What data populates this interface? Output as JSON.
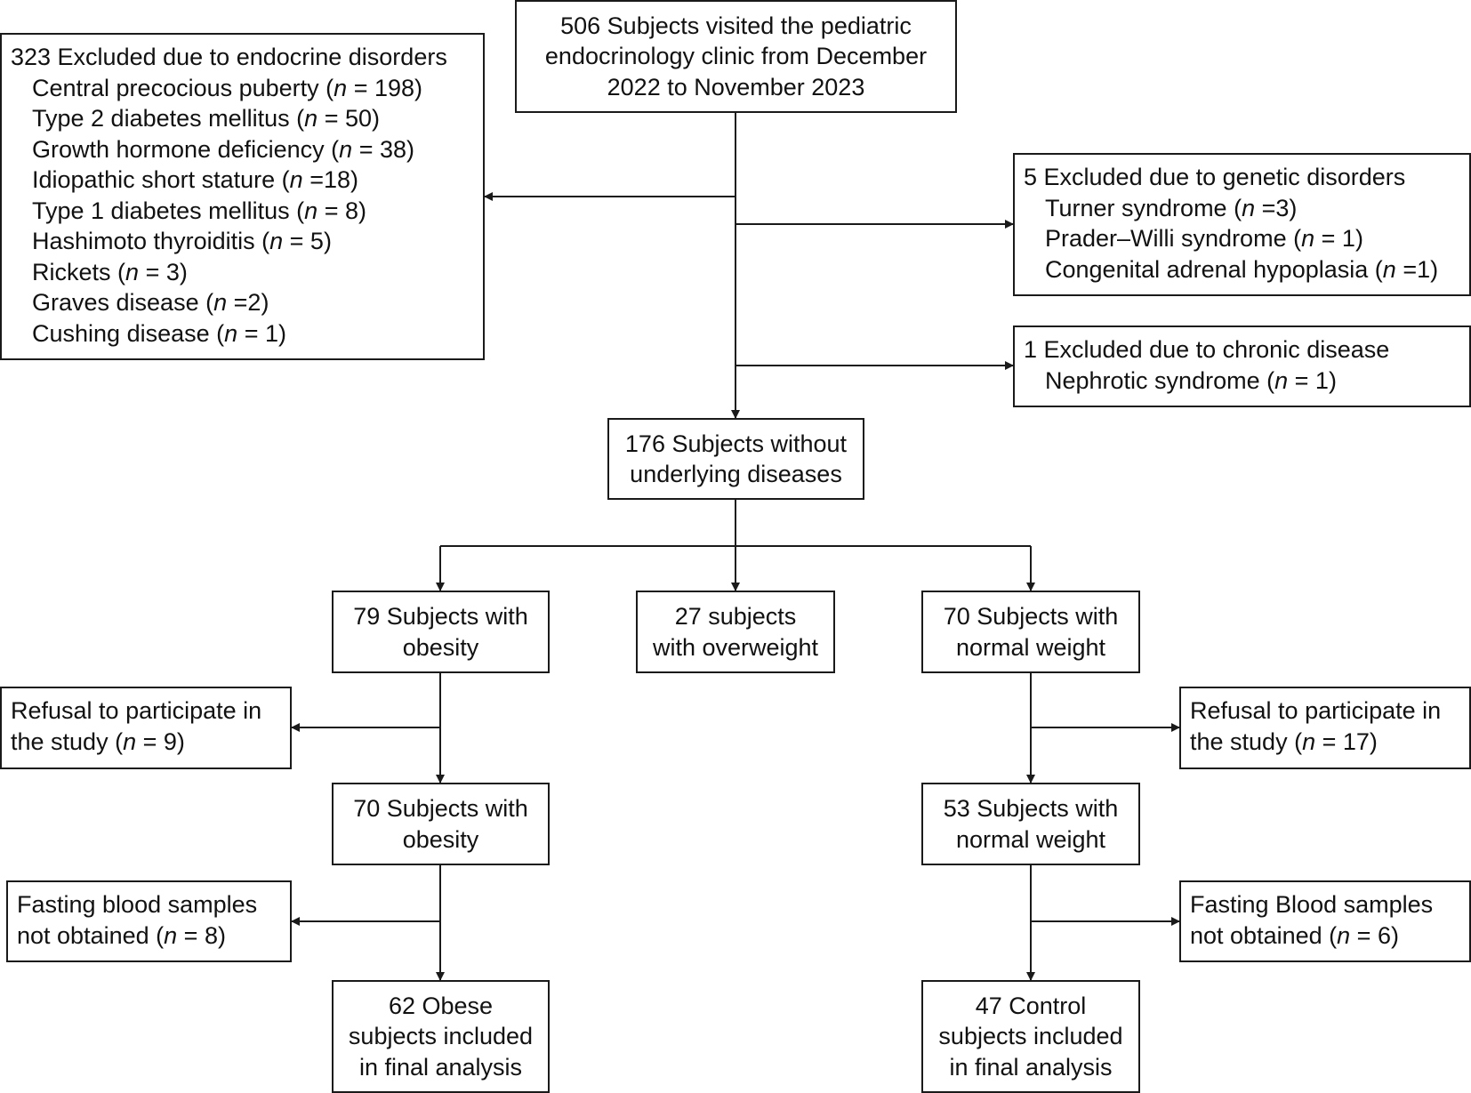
{
  "nodes": {
    "start": {
      "lines": [
        "506 Subjects visited the pediatric",
        "endocrinology clinic from December",
        "2022 to November 2023"
      ]
    },
    "excl_endocrine": {
      "heading": "323 Excluded due to endocrine disorders",
      "items": [
        {
          "label": "Central precocious puberty",
          "n": "= 198"
        },
        {
          "label": "Type 2 diabetes mellitus",
          "n": "= 50"
        },
        {
          "label": "Growth hormone deficiency",
          "n": "= 38"
        },
        {
          "label": "Idiopathic short stature",
          "n": "=18"
        },
        {
          "label": "Type 1 diabetes mellitus",
          "n": "= 8"
        },
        {
          "label": "Hashimoto thyroiditis",
          "n": "= 5"
        },
        {
          "label": "Rickets",
          "n": "= 3"
        },
        {
          "label": "Graves disease",
          "n": "=2"
        },
        {
          "label": "Cushing disease",
          "n": "= 1"
        }
      ]
    },
    "excl_genetic": {
      "heading": "5 Excluded due to genetic disorders",
      "items": [
        {
          "label": "Turner syndrome",
          "n": "=3"
        },
        {
          "label": "Prader–Willi syndrome",
          "n": "= 1"
        },
        {
          "label": "Congenital adrenal hypoplasia",
          "n": "=1"
        }
      ]
    },
    "excl_chronic": {
      "heading": "1 Excluded due to chronic disease",
      "items": [
        {
          "label": "Nephrotic syndrome",
          "n": "= 1"
        }
      ]
    },
    "no_disease": {
      "lines": [
        "176 Subjects without",
        "underlying diseases"
      ]
    },
    "obesity_79": {
      "lines": [
        "79 Subjects with",
        "obesity"
      ]
    },
    "overweight_27": {
      "lines": [
        "27 subjects",
        "with overweight"
      ]
    },
    "normal_70": {
      "lines": [
        "70 Subjects with",
        "normal weight"
      ]
    },
    "refusal_left": {
      "line1": "Refusal to participate in",
      "line2_pre": "the study (",
      "n": "= 9",
      "line2_post": ")"
    },
    "refusal_right": {
      "line1": "Refusal to participate in",
      "line2_pre": "the study (",
      "n": "= 17",
      "line2_post": ")"
    },
    "obesity_70": {
      "lines": [
        "70 Subjects with",
        "obesity"
      ]
    },
    "normal_53": {
      "lines": [
        "53 Subjects with",
        "normal weight"
      ]
    },
    "fasting_left": {
      "line1": "Fasting blood samples",
      "line2_pre": "not obtained (",
      "n": "= 8",
      "line2_post": ")"
    },
    "fasting_right": {
      "line1": "Fasting Blood samples",
      "line2_pre": "not obtained (",
      "n": "= 6",
      "line2_post": ")"
    },
    "final_obese": {
      "lines": [
        "62 Obese",
        "subjects included",
        "in final analysis"
      ]
    },
    "final_control": {
      "lines": [
        "47 Control",
        "subjects included",
        "in final analysis"
      ]
    }
  },
  "n_symbol": "n"
}
